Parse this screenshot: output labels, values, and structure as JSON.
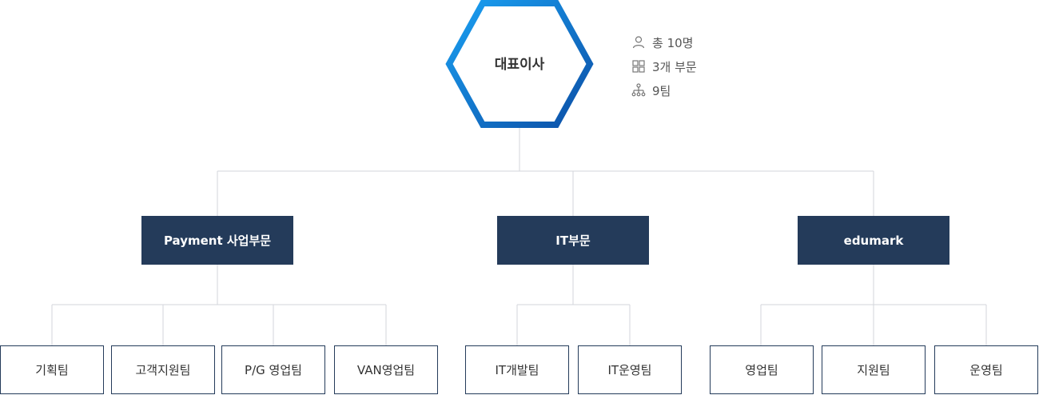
{
  "ceo": {
    "label": "대표이사"
  },
  "stats": [
    {
      "icon": "person-icon",
      "text": "총 10명"
    },
    {
      "icon": "grid-icon",
      "text": "3개 부문"
    },
    {
      "icon": "org-tree-icon",
      "text": "9팀"
    }
  ],
  "departments": [
    {
      "name": "Payment 사업부문",
      "teams": [
        "기획팀",
        "고객지원팀",
        "P/G 영업팀",
        "VAN영업팀"
      ]
    },
    {
      "name": "IT부문",
      "teams": [
        "IT개발팀",
        "IT운영팀"
      ]
    },
    {
      "name": "edumark",
      "teams": [
        "영업팀",
        "지원팀",
        "운영팀"
      ]
    }
  ],
  "colors": {
    "dept_fill": "#243b5a",
    "hex_gradient_start": "#1a9af0",
    "hex_gradient_end": "#0d55ad",
    "connector": "#d0d3d8"
  }
}
